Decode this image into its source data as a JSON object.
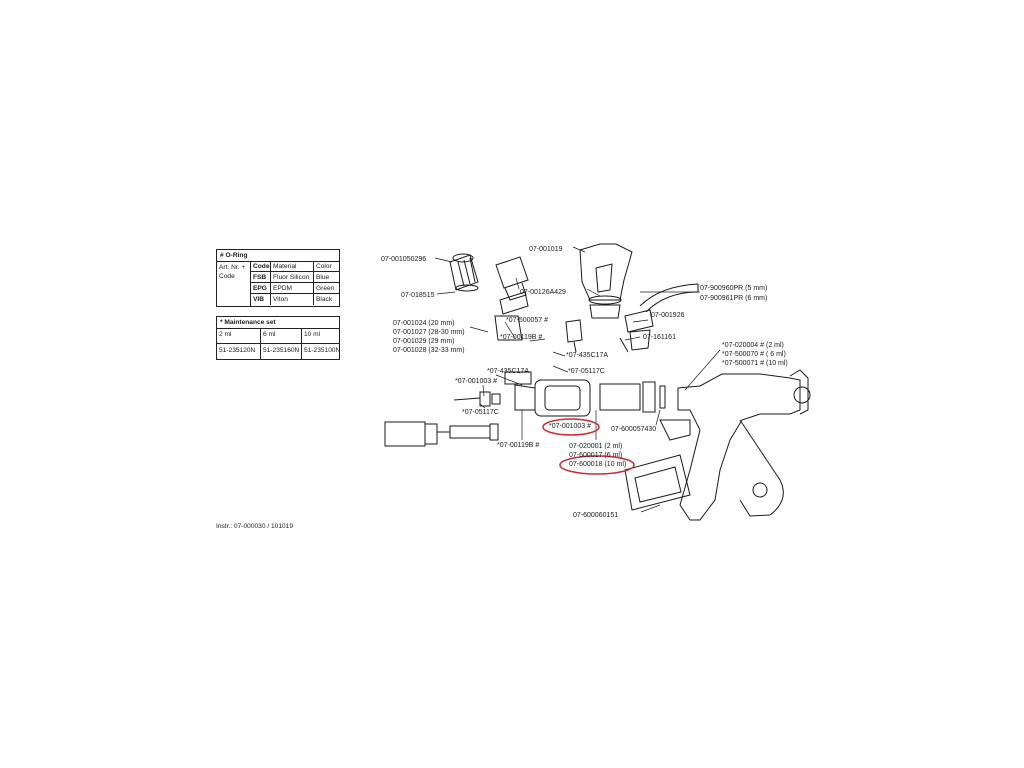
{
  "oring_table": {
    "header": "# O-Ring",
    "art_nr": "Art. Nr. + Code",
    "columns": [
      "Code",
      "Material",
      "Color"
    ],
    "rows": [
      {
        "code": "FSB",
        "material": "Fluor Silicon",
        "color": "Blue"
      },
      {
        "code": "EPG",
        "material": "EPDM",
        "color": "Green"
      },
      {
        "code": "VIB",
        "material": "Viton",
        "color": "Black"
      }
    ]
  },
  "maintenance_table": {
    "header": "* Maintenance set",
    "columns": [
      "2 ml",
      "6 ml",
      "10 ml"
    ],
    "values": [
      "51-235120N",
      "51-235160N",
      "51-235100N"
    ]
  },
  "instruction_ref": "Instr.: 07-000030 / 101019",
  "labels": {
    "l_050296": "07-001050296",
    "l_018515": "07-018515",
    "l_001019": "07-001019",
    "l_00126a429": "07-00126A429",
    "l_900960pr": "07-900960PR (5 mm)",
    "l_900961pr": "07-900961PR (6 mm)",
    "l_001926": "07-001926",
    "l_161161": "07-161161",
    "l_001024": "07-001024 (20 mm)",
    "l_001027": "07-001027 (28-30 mm)",
    "l_001029": "07-001029 (29 mm)",
    "l_001028": "07-001028 (32-33 mm)",
    "l_500057": "*07-500057 #",
    "l_00119b_top": "*07-00119B #",
    "l_435c17a_right": "*07-435C17A",
    "l_05117c_right": "*07-05117C",
    "l_435c17a_left": "*07-435C17A",
    "l_001003_left": "*07-001003 #",
    "l_05117c_left": "*07-05117C",
    "l_00119b_bottom": "*07-00119B #",
    "l_001003_circled": "*07-001003 #",
    "l_020001": "07-020001 (2 ml)",
    "l_600017": "07-600017 (6 ml)",
    "l_600018": "07-600018 (10 ml)",
    "l_600057430": "07-600057430",
    "l_600060151": "07-600060151",
    "l_020004": "*07-020004 # (2 ml)",
    "l_500070": "*07-500070 # ( 6 ml)",
    "l_500071": "*07-500071 # (10 ml)"
  },
  "highlight_color": "#d0282e"
}
